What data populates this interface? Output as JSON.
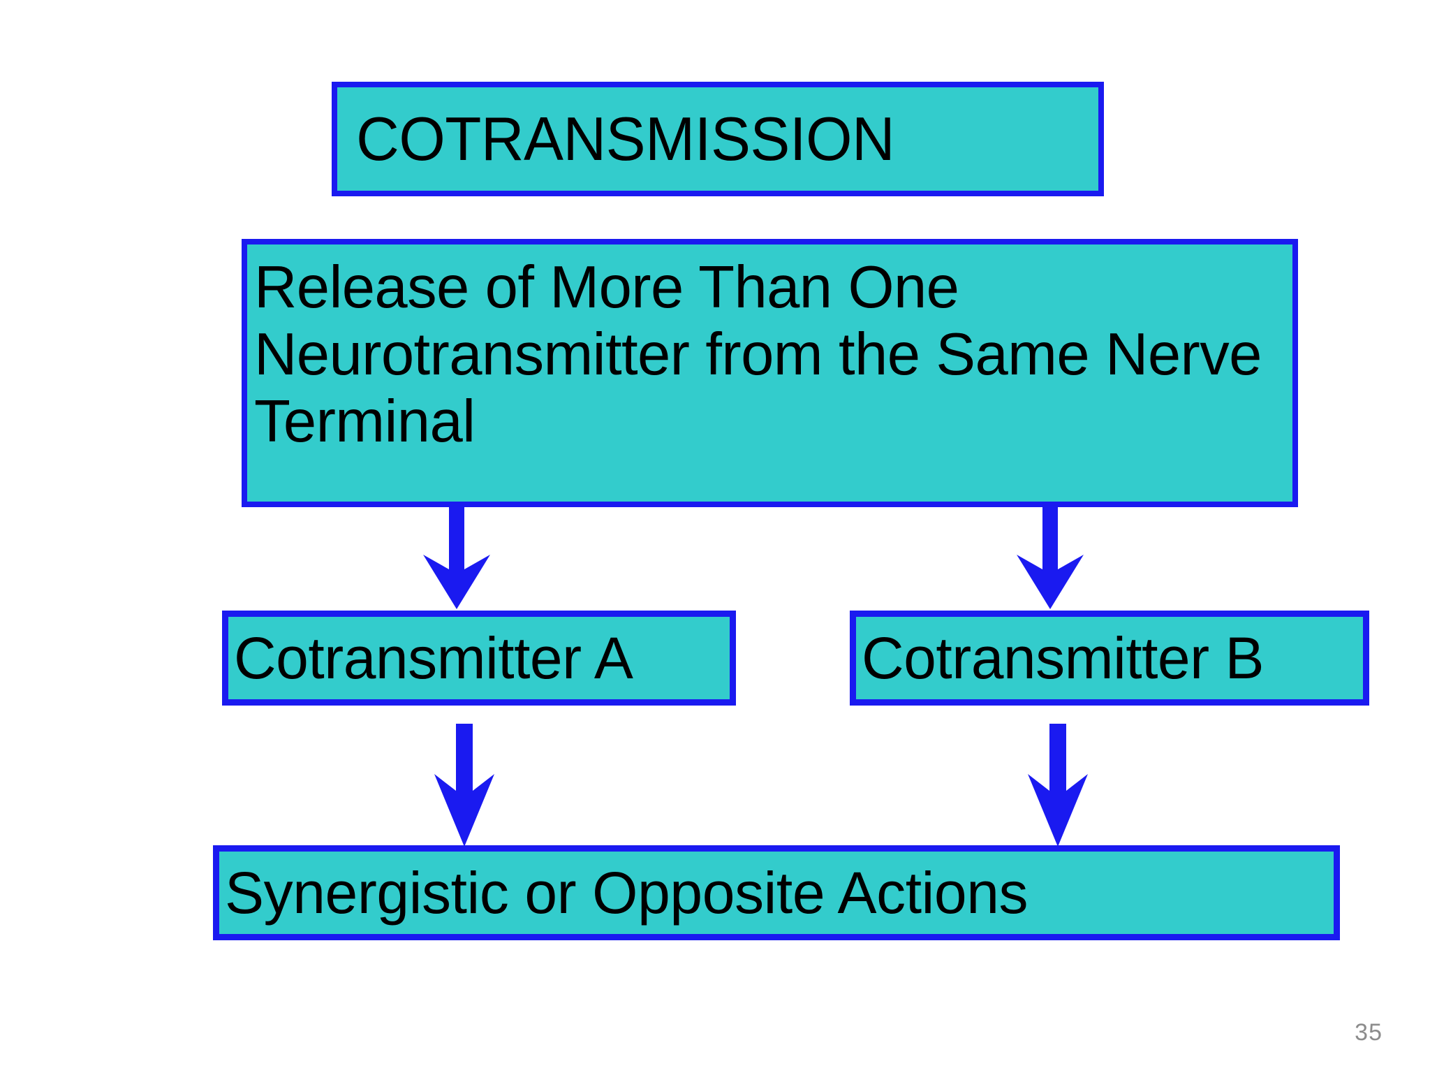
{
  "slide": {
    "page_number": "35",
    "background_color": "#FFFFFF"
  },
  "theme": {
    "box_fill": "#33CCCC",
    "box_border": "#1A1AF0",
    "arrow_color": "#1A1AF0",
    "text_color": "#000000",
    "page_number_color": "#8C8C8C"
  },
  "diagram": {
    "type": "flowchart",
    "title_box": {
      "label": "COTRANSMISSION"
    },
    "definition_box": {
      "label": "Release of More Than One Neurotransmitter from the Same Nerve Terminal",
      "lines": [
        "Release of More Than One",
        "Neurotransmitter from the Same",
        "Nerve Terminal"
      ]
    },
    "branches": [
      {
        "label": "Cotransmitter A"
      },
      {
        "label": "Cotransmitter B"
      }
    ],
    "outcome_box": {
      "label": "Synergistic or Opposite Actions"
    },
    "connectors": [
      {
        "name": "definition-to-cotransmitter-a",
        "direction": "down"
      },
      {
        "name": "definition-to-cotransmitter-b",
        "direction": "down"
      },
      {
        "name": "cotransmitter-a-to-outcome",
        "direction": "down"
      },
      {
        "name": "cotransmitter-b-to-outcome",
        "direction": "down"
      }
    ]
  }
}
